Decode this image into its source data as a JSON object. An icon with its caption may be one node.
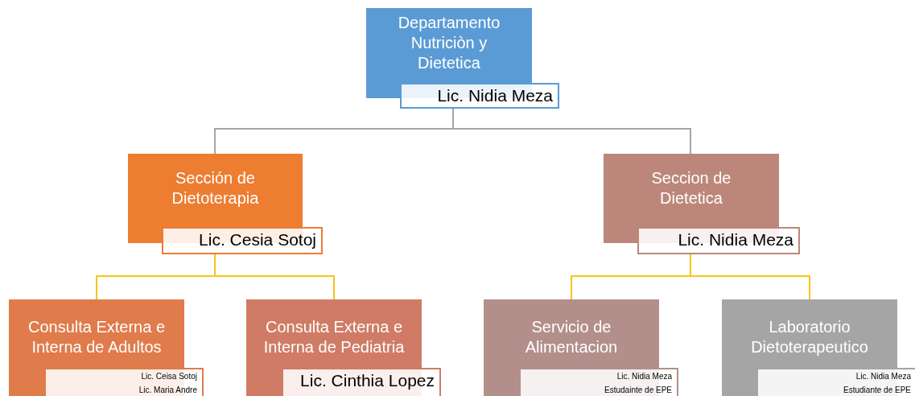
{
  "diagram": {
    "nodes": [
      {
        "text": [
          "Departamento Nutriciòn y Dietetica",
          "Lic. Nidia Meza"
        ]
      },
      {
        "text": [
          "Sección de Dietoterapia",
          "Lic. Cesia Sotoj"
        ]
      },
      {
        "text": [
          "Seccion de Dietetica",
          "Lic. Nidia Meza"
        ]
      },
      {
        "text": [
          "Consulta Externa e Interna de Adultos",
          "Lic. Ceisa Sotoj",
          "Lic. Maria Andre"
        ]
      },
      {
        "text": [
          "Consulta Externa e Interna de Pediatria",
          "Lic. Cinthia Lopez"
        ]
      },
      {
        "text": [
          "Servicio de Alimentacion",
          "Lic. Nidia Meza",
          "Estudainte de EPE"
        ]
      },
      {
        "text": [
          "Laboratorio Dietoterapeutico",
          "Lic. Nidia Meza",
          "Estudiante de EPE"
        ]
      }
    ],
    "edges": [
      {
        "from": 0,
        "to": 1,
        "arrow": "none",
        "color": "#a5a5a5"
      },
      {
        "from": 0,
        "to": 2,
        "arrow": "none",
        "color": "#a5a5a5"
      },
      {
        "from": 1,
        "to": 3,
        "arrow": "none",
        "color": "#f5c518"
      },
      {
        "from": 1,
        "to": 4,
        "arrow": "none",
        "color": "#f5c518"
      },
      {
        "from": 2,
        "to": 5,
        "arrow": "none",
        "color": "#f5c518"
      },
      {
        "from": 2,
        "to": 6,
        "arrow": "none",
        "color": "#f5c518"
      }
    ]
  }
}
